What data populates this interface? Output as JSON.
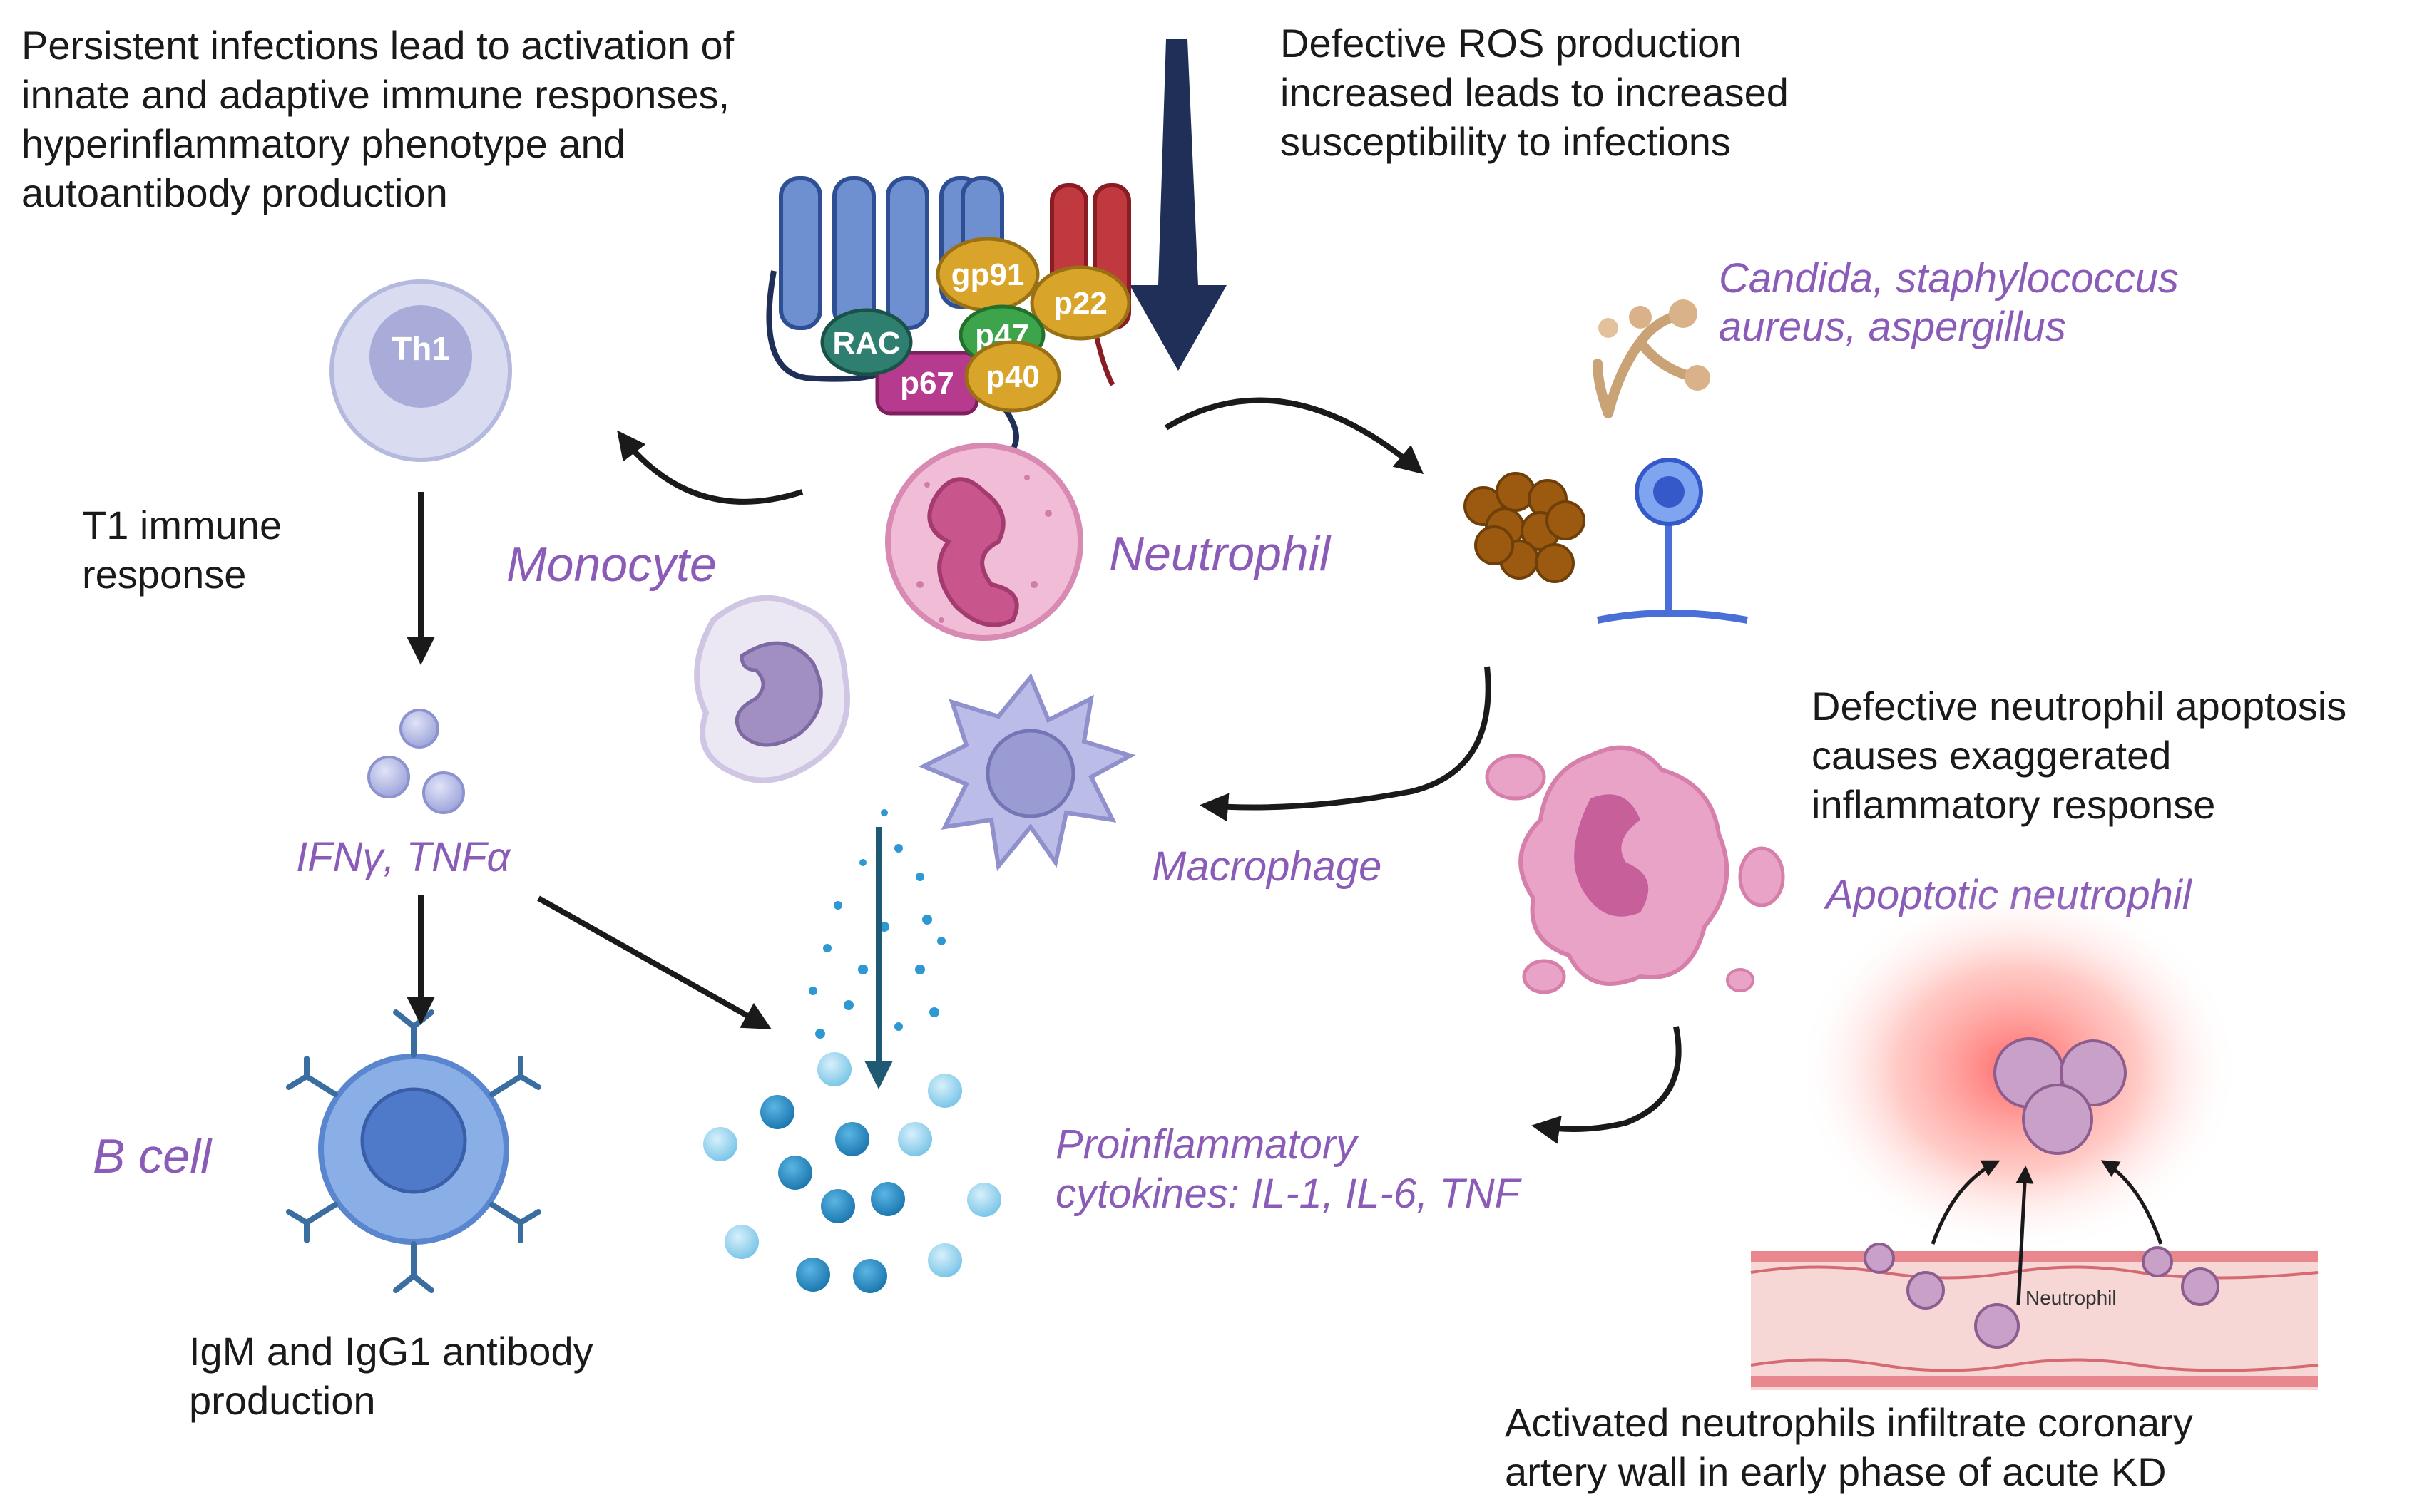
{
  "texts": {
    "persistent_infections": [
      "Persistent infections lead to activation of",
      "innate and adaptive immune responses,",
      "hyperinflammatory phenotype and",
      "autoantibody production"
    ],
    "defective_ros": [
      "Defective ROS production",
      "increased leads to increased",
      "susceptibility to infections"
    ],
    "pathogens": [
      "Candida, staphylococcus",
      "aureus, aspergillus"
    ],
    "t1_response": [
      "T1 immune",
      "response"
    ],
    "monocyte": "Monocyte",
    "neutrophil": "Neutrophil",
    "macrophage": "Macrophage",
    "defective_apoptosis": [
      "Defective neutrophil apoptosis",
      "causes exaggerated",
      "inflammatory response"
    ],
    "apoptotic_neutrophil": "Apoptotic neutrophil",
    "cytokines_th1": "IFNγ, TNFα",
    "b_cell": "B cell",
    "proinflammatory": [
      "Proinflammatory",
      "cytokines: IL-1, IL-6, TNF"
    ],
    "antibody_production": [
      "IgM and IgG1 antibody",
      "production"
    ],
    "vessel_neutrophil": "Neutrophil",
    "coronary": [
      "Activated neutrophils infiltrate coronary",
      "artery wall in early phase of acute KD"
    ],
    "th1": "Th1"
  },
  "proteins": {
    "rac": "RAC",
    "p67": "p67",
    "gp91": "gp91",
    "p47": "p47",
    "p40": "p40",
    "p22": "p22"
  },
  "colors": {
    "label_purple": "#8a5cb8",
    "text_black": "#1a1a1a",
    "ros_arrow": "#1f2f57",
    "membrane_blue": "#5b80c4",
    "p22_red": "#c0393f",
    "rac_green": "#2e7f70",
    "p67_magenta": "#b63a8d",
    "p47_green": "#3ea44b",
    "gp91_gold": "#d9a42a",
    "neutrophil_pink": "#e89ac0",
    "cytokine_blue": "#3fa7d6"
  }
}
